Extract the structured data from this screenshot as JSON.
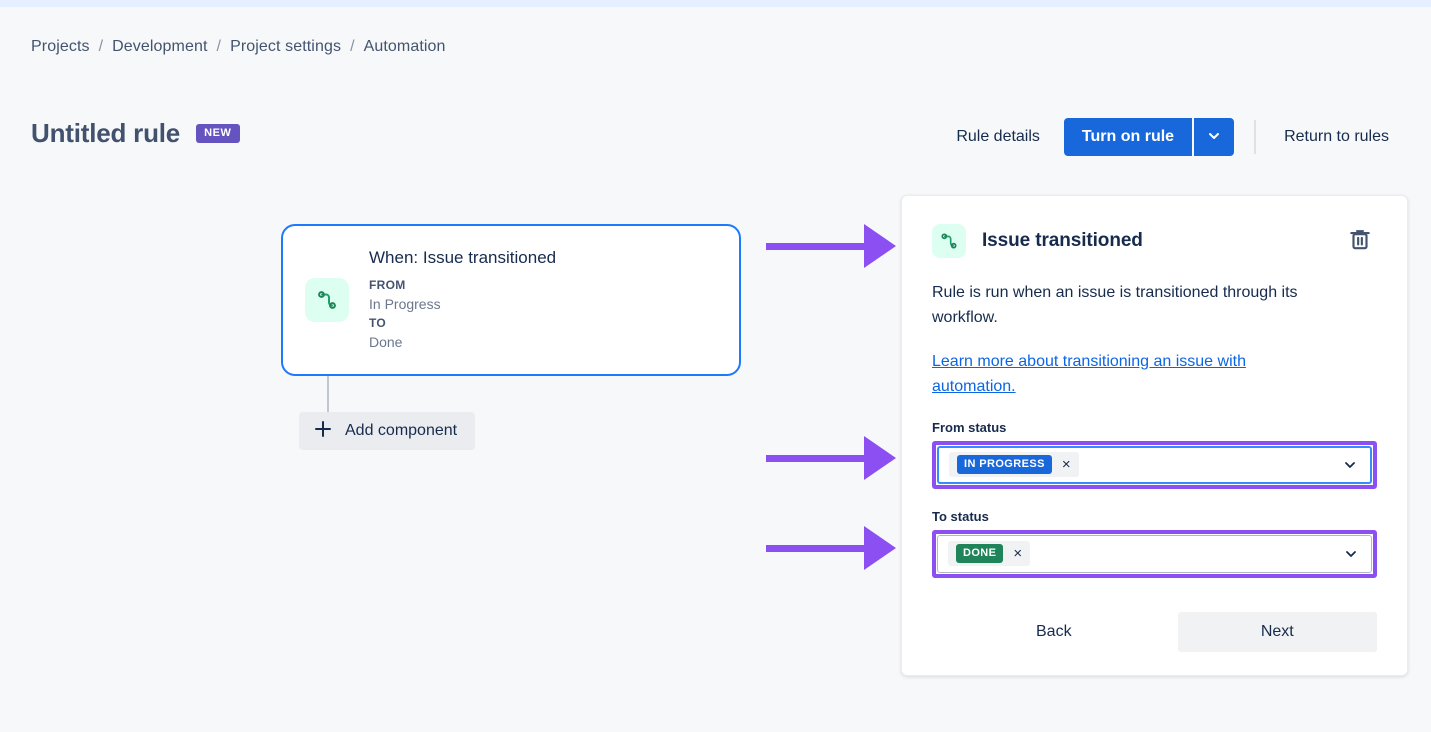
{
  "breadcrumb": {
    "separator": "/",
    "items": [
      "Projects",
      "Development",
      "Project settings",
      "Automation"
    ]
  },
  "header": {
    "title": "Untitled rule",
    "badge": "NEW",
    "rule_details_label": "Rule details",
    "turn_on_label": "Turn on rule",
    "turn_on_chevron_icon": "chevron-down-icon",
    "return_label": "Return to rules",
    "primary_color": "#1868db"
  },
  "canvas": {
    "trigger_card": {
      "icon": "issue-transitioned-icon",
      "title": "When: Issue transitioned",
      "from_label": "FROM",
      "from_value": "In Progress",
      "to_label": "TO",
      "to_value": "Done",
      "border_color": "#1d7afc"
    },
    "add_component": {
      "icon": "plus-icon",
      "label": "Add component"
    }
  },
  "panel": {
    "icon": "issue-transitioned-icon",
    "title": "Issue transitioned",
    "delete_icon": "trash-icon",
    "description": "Rule is run when an issue is transitioned through its workflow.",
    "link_text": "Learn more about transitioning an issue with automation.",
    "link_color": "#0c66e4",
    "fields": [
      {
        "label": "From status",
        "chip_text": "IN PROGRESS",
        "chip_color": "#1868db",
        "remove_icon": "close-icon",
        "remove_glyph": "×",
        "chevron_icon": "chevron-down-icon",
        "highlighted": true,
        "focused": true
      },
      {
        "label": "To status",
        "chip_text": "DONE",
        "chip_color": "#1f845a",
        "remove_icon": "close-icon",
        "remove_glyph": "×",
        "chevron_icon": "chevron-down-icon",
        "highlighted": true,
        "focused": false
      }
    ],
    "back_label": "Back",
    "next_label": "Next"
  },
  "annotations": {
    "arrow_color": "#8c4ff2",
    "highlight_color": "#8c4ff2",
    "arrows": [
      "points-to-panel-header",
      "points-to-from-status",
      "points-to-to-status"
    ]
  }
}
